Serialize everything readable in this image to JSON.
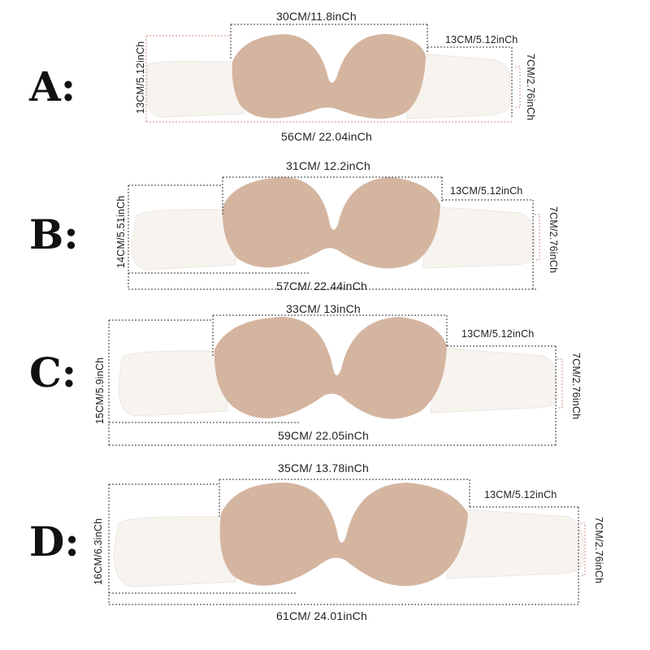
{
  "colors": {
    "cup": "#d4b5a0",
    "cup_shade": "#c9a48c",
    "band": "#f7f3ef",
    "band_edge": "#ece6df",
    "dimension_line": "#333333",
    "accent_line": "#c89080"
  },
  "sizes": [
    {
      "letter": "A:",
      "cup_width": "30CM/11.8inCh",
      "band_width": "13CM/5.12inCh",
      "band_height": "7CM/2.76inCh",
      "cup_height": "13CM/5.12inCh",
      "total_length": "56CM/ 22.04inCh"
    },
    {
      "letter": "B:",
      "cup_width": "31CM/ 12.2inCh",
      "band_width": "13CM/5.12inCh",
      "band_height": "7CM/2.76inCh",
      "cup_height": "14CM/5.51inCh",
      "total_length": "57CM/ 22.44inCh"
    },
    {
      "letter": "C:",
      "cup_width": "33CM/ 13inCh",
      "band_width": "13CM/5.12inCh",
      "band_height": "7CM/2.76inCh",
      "cup_height": "15CM/5.9inCh",
      "total_length": "59CM/ 22.05inCh"
    },
    {
      "letter": "D:",
      "cup_width": "35CM/ 13.78inCh",
      "band_width": "13CM/5.12inCh",
      "band_height": "7CM/2.76inCh",
      "cup_height": "16CM/6.3inCh",
      "total_length": "61CM/ 24.01inCh"
    }
  ]
}
